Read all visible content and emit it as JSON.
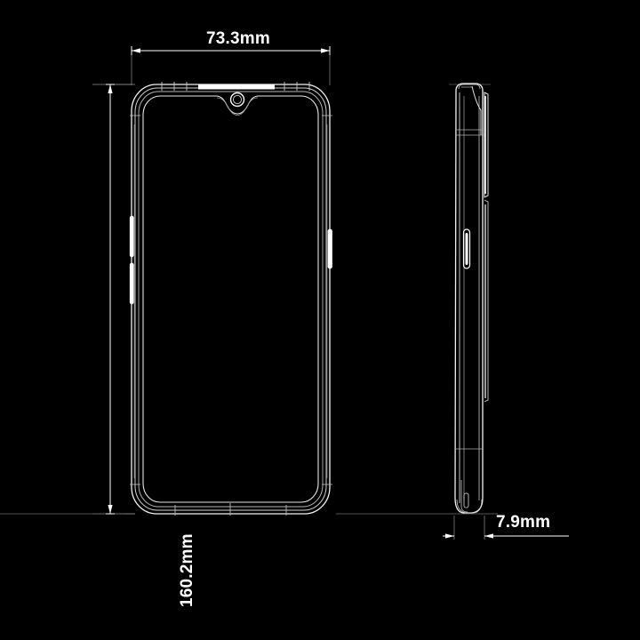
{
  "drawing": {
    "type": "technical-dimension-drawing",
    "subject": "smartphone",
    "background_color": "#000000",
    "line_color": "#ffffff",
    "views": [
      {
        "name": "front-view",
        "label": "front",
        "features": [
          "rounded-rectangle-body",
          "waterdrop-notch",
          "front-camera",
          "earpiece-speaker",
          "volume-buttons-left",
          "power-button-right",
          "screen-bezel"
        ]
      },
      {
        "name": "side-view",
        "label": "side",
        "features": [
          "thin-profile",
          "camera-bump",
          "power-button",
          "rounded-top-cap",
          "rounded-bottom-cap"
        ]
      }
    ]
  },
  "dimensions": {
    "width": {
      "value": "73.3mm",
      "axis": "horizontal",
      "view": "front-view"
    },
    "height": {
      "value": "160.2mm",
      "axis": "vertical",
      "view": "front-view"
    },
    "thickness": {
      "value": "7.9mm",
      "axis": "horizontal",
      "view": "side-view"
    }
  }
}
